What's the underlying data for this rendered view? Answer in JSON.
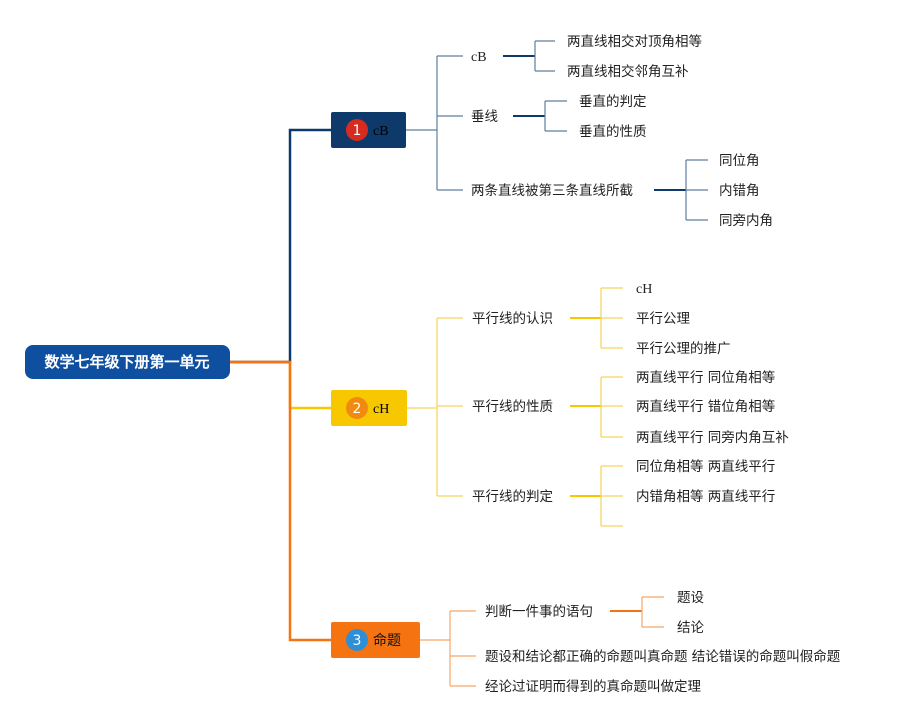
{
  "root": {
    "label": "数学七年级下册第一单元",
    "color": "#0f4f9f"
  },
  "branches": [
    {
      "number": "1",
      "label": "cB",
      "color": "#0e3a6b",
      "badge_color": "#d62b1f",
      "line_color": "#5f7f9b",
      "children": [
        {
          "label": "cB",
          "children": [
            "两直线相交对顶角相等",
            "两直线相交邻角互补"
          ]
        },
        {
          "label": "垂线",
          "children": [
            "垂直的判定",
            "垂直的性质"
          ]
        },
        {
          "label": "两条直线被第三条直线所截",
          "children": [
            "同位角",
            "内错角",
            "同旁内角"
          ]
        }
      ]
    },
    {
      "number": "2",
      "label": "cH",
      "color": "#f7c800",
      "badge_color": "#f08a10",
      "line_color": "#f5d35a",
      "children": [
        {
          "label": "平行线的认识",
          "children": [
            "cH",
            "平行公理",
            "平行公理的推广"
          ]
        },
        {
          "label": "平行线的性质",
          "children": [
            "两直线平行 同位角相等",
            "两直线平行 错位角相等",
            "两直线平行 同旁内角互补"
          ]
        },
        {
          "label": "平行线的判定",
          "children": [
            "同位角相等 两直线平行",
            "内错角相等 两直线平行",
            ""
          ]
        }
      ]
    },
    {
      "number": "3",
      "label": "命题",
      "color": "#f57310",
      "badge_color": "#2e8fd6",
      "line_color": "#f2a76a",
      "children": [
        {
          "label": "判断一件事的语句",
          "children": [
            "题设",
            "结论"
          ]
        },
        {
          "label": "题设和结论都正确的命题叫真命题 结论错误的命题叫假命题",
          "children": []
        },
        {
          "label": "经论过证明而得到的真命题叫做定理",
          "children": []
        }
      ]
    }
  ]
}
